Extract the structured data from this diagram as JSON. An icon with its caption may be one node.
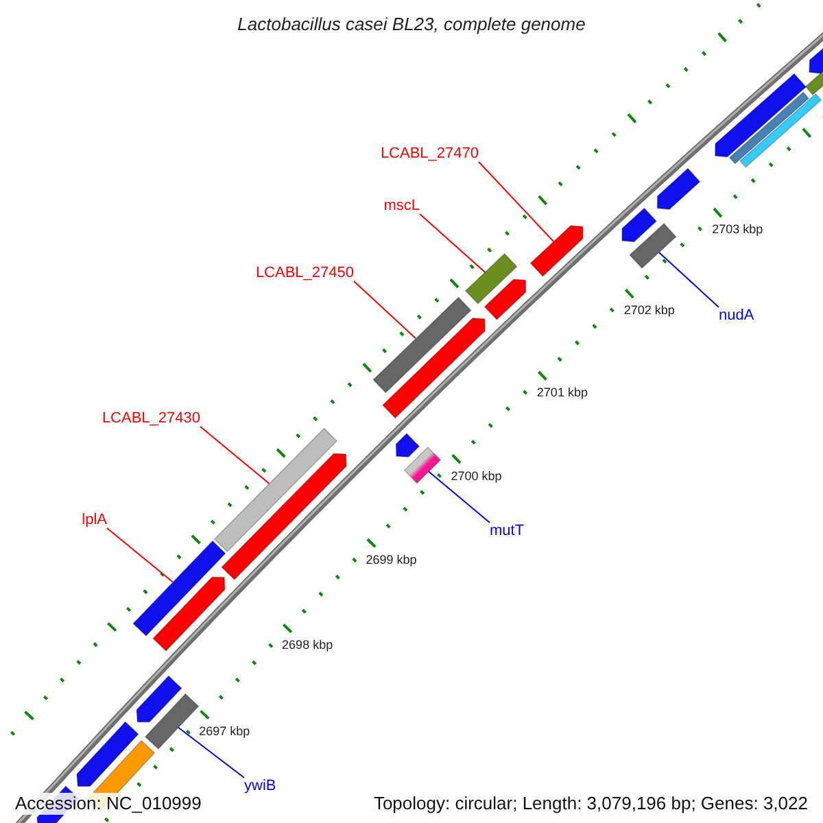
{
  "diagram": {
    "title": "Lactobacillus casei BL23, complete genome",
    "nodes": [
      {
        "text": [
          "LCABL_27470"
        ]
      },
      {
        "text": [
          "mscL"
        ]
      },
      {
        "text": [
          "LCABL_27450"
        ]
      },
      {
        "text": [
          "LCABL_27430"
        ]
      },
      {
        "text": [
          "lplA"
        ]
      },
      {
        "text": [
          "nudA"
        ]
      },
      {
        "text": [
          "mutT"
        ]
      },
      {
        "text": [
          "ywiB"
        ]
      },
      {
        "text": [],
        "shape": "bar"
      },
      {
        "text": [],
        "shape": "bar"
      },
      {
        "text": [],
        "shape": "bar"
      },
      {
        "text": [],
        "shape": "bar"
      },
      {
        "text": [],
        "shape": "bar"
      },
      {
        "text": [],
        "shape": "bar"
      },
      {
        "text": [],
        "shape": "bar"
      },
      {
        "text": [],
        "shape": "bar"
      },
      {
        "text": [],
        "shape": "bar"
      },
      {
        "text": [],
        "shape": "bar"
      },
      {
        "text": [],
        "shape": "bar"
      },
      {
        "text": [],
        "shape": "bar"
      },
      {
        "text": [],
        "shape": "bar"
      },
      {
        "text": [],
        "shape": "bar"
      },
      {
        "text": [],
        "shape": "bar"
      },
      {
        "text": [],
        "shape": "bar"
      },
      {
        "text": [],
        "shape": "bar"
      },
      {
        "text": [],
        "shape": "bar"
      },
      {
        "text": [],
        "shape": "bar"
      },
      {
        "text": [],
        "shape": "bar"
      },
      {
        "text": [],
        "shape": "bar"
      },
      {
        "text": [],
        "shape": "bar"
      },
      {
        "text": [],
        "shape": "bar"
      },
      {
        "text": [],
        "shape": "bar"
      }
    ],
    "edges": [
      {
        "from": 0,
        "to": 23,
        "arrow": "none"
      },
      {
        "from": 1,
        "to": 21,
        "arrow": "none"
      },
      {
        "from": 2,
        "to": 19,
        "arrow": "none"
      },
      {
        "from": 3,
        "to": 15,
        "arrow": "none"
      },
      {
        "from": 4,
        "to": 13,
        "arrow": "none"
      },
      {
        "from": 5,
        "to": 25,
        "arrow": "none",
        "color": "#0000ff"
      },
      {
        "from": 6,
        "to": 18,
        "arrow": "none",
        "color": "#0000ff"
      },
      {
        "from": 7,
        "to": 12,
        "arrow": "none",
        "color": "#0000ff"
      }
    ],
    "labels": [
      "2703 kbp",
      "2702 kbp",
      "2701 kbp",
      "2700 kbp",
      "2699 kbp",
      "2698 kbp",
      "2697 kbp",
      "Accession: NC_010999",
      "Topology: circular; Length: 3,079,196 bp; Genes: 3,022"
    ]
  }
}
